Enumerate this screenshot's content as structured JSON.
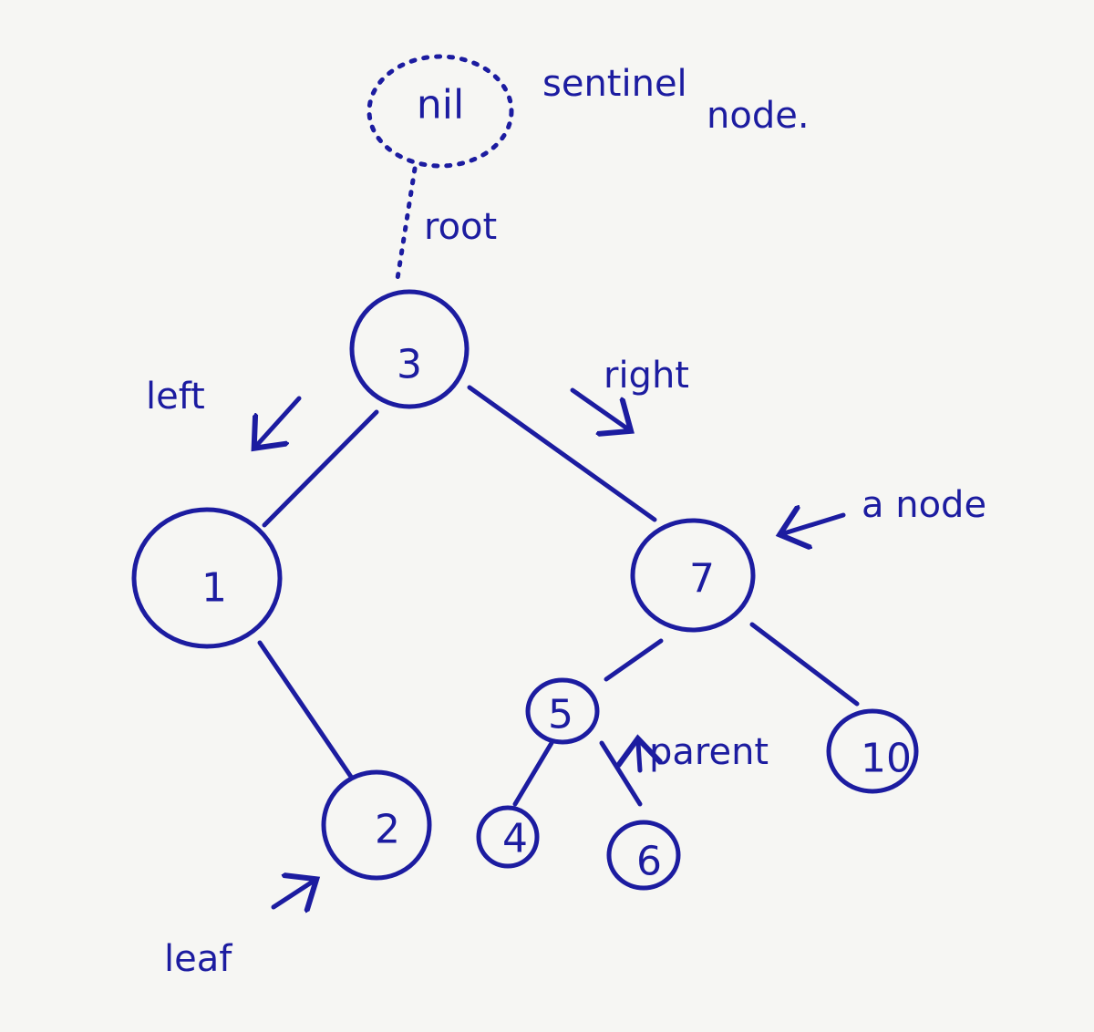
{
  "colors": {
    "ink": "#1c1ca0",
    "paper": "#f6f6f3"
  },
  "sentinel": {
    "label": "nil",
    "caption_line1": "sentinel",
    "caption_line2": "node."
  },
  "nodes": {
    "n3": "3",
    "n1": "1",
    "n7": "7",
    "n2": "2",
    "n5": "5",
    "n10": "10",
    "n4": "4",
    "n6": "6"
  },
  "annotations": {
    "root": "root",
    "left": "left",
    "right": "right",
    "a_node": "a node",
    "parent": "parent",
    "leaf": "leaf"
  }
}
